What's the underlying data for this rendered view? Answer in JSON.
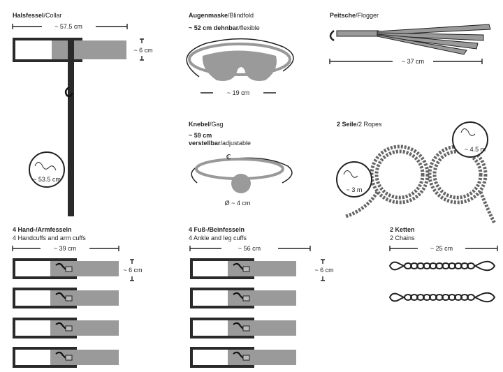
{
  "collar": {
    "title_de": "Halsfessel",
    "title_en": "/Collar",
    "length": "~ 57.5 cm",
    "width": "~ 6 cm",
    "strap_length": "~ 53.5 cm"
  },
  "blindfold": {
    "title_de": "Augenmaske",
    "title_en": "/Blindfold",
    "size_de": "~ 52 cm dehnbar",
    "size_en": "/flexible",
    "width": "~ 19 cm"
  },
  "flogger": {
    "title_de": "Peitsche",
    "title_en": "/Flogger",
    "length": "~ 37 cm"
  },
  "gag": {
    "title_de": "Knebel",
    "title_en": "/Gag",
    "length": "~ 59 cm",
    "adjust_de": "verstellbar",
    "adjust_en": "/adjustable",
    "ball": "Ø ~ 4 cm"
  },
  "ropes": {
    "title_de": "2 Seile",
    "title_en": "/2 Ropes",
    "short": "~ 3 m",
    "long": "~ 4.5 m"
  },
  "handcuffs": {
    "title_de": "4 Hand-/Armfesseln",
    "title_en": "4 Handcuffs and arm cuffs",
    "length": "~ 39 cm",
    "width": "~ 6 cm"
  },
  "anklecuffs": {
    "title_de": "4 Fuß-/Beinfesseln",
    "title_en": "4 Ankle and leg cuffs",
    "length": "~ 56 cm",
    "width": "~ 6 cm"
  },
  "chains": {
    "title_de": "2 Ketten",
    "title_en": "2 Chains",
    "length": "~ 25 cm"
  }
}
